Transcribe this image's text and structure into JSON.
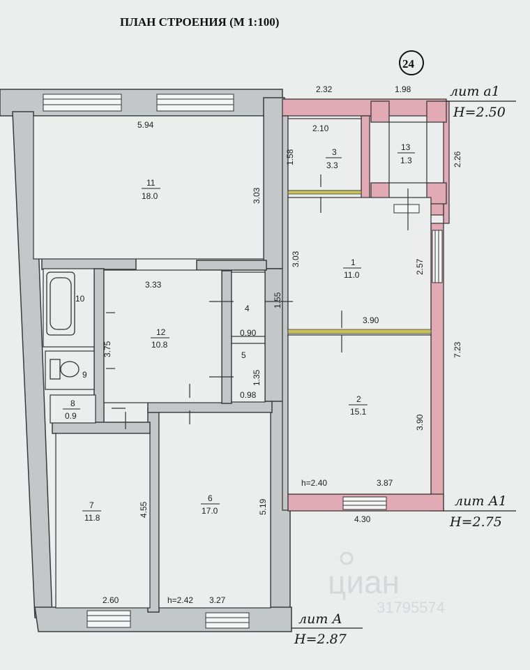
{
  "title": "ПЛАН СТРОЕНИЯ (М 1:100)",
  "sheet_number": "24",
  "rooms": [
    {
      "id": "11",
      "area": "18.0"
    },
    {
      "id": "3",
      "area": "3.3"
    },
    {
      "id": "13",
      "area": "1.3"
    },
    {
      "id": "1",
      "area": "11.0"
    },
    {
      "id": "10",
      "area": ""
    },
    {
      "id": "4",
      "area": "0.90"
    },
    {
      "id": "12",
      "area": "10.8"
    },
    {
      "id": "5",
      "area": "0.98"
    },
    {
      "id": "9",
      "area": ""
    },
    {
      "id": "8",
      "area": "0.9"
    },
    {
      "id": "2",
      "area": "15.1"
    },
    {
      "id": "7",
      "area": "11.8"
    },
    {
      "id": "6",
      "area": "17.0"
    }
  ],
  "dimensions": {
    "d_2_32": "2.32",
    "d_1_98": "1.98",
    "d_5_94": "5.94",
    "d_2_10": "2.10",
    "d_1_58": "1.58",
    "d_2_26": "2.26",
    "d_3_03_a": "3.03",
    "d_3_03_b": "3.03",
    "d_2_57": "2.57",
    "d_3_33": "3.33",
    "d_1_55": "1.55",
    "d_3_90_h": "3.90",
    "d_3_75": "3.75",
    "d_1_35": "1.35",
    "d_7_23": "7.23",
    "d_3_90_v": "3.90",
    "d_h_2_40": "h=2.40",
    "d_3_87": "3.87",
    "d_4_30": "4.30",
    "d_4_55": "4.55",
    "d_5_19": "5.19",
    "d_2_60": "2.60",
    "d_h_2_42": "h=2.42",
    "d_3_27": "3.27"
  },
  "annotations": {
    "lit_a1_top": "лит а1",
    "h_top": "H=2.50",
    "lit_a1_mid": "лит А1",
    "h_mid": "H=2.75",
    "lit_a_bottom": "лит А",
    "h_bottom": "H=2.87"
  },
  "watermark": {
    "brand": "циан",
    "code": "31795574"
  },
  "colors": {
    "wall_fill": "#c4c7c8",
    "wall_stroke": "#3a3a3a",
    "pink_wall": "#e2aab4",
    "yellow_partition": "#c9c25a",
    "paper": "#eceeee"
  }
}
